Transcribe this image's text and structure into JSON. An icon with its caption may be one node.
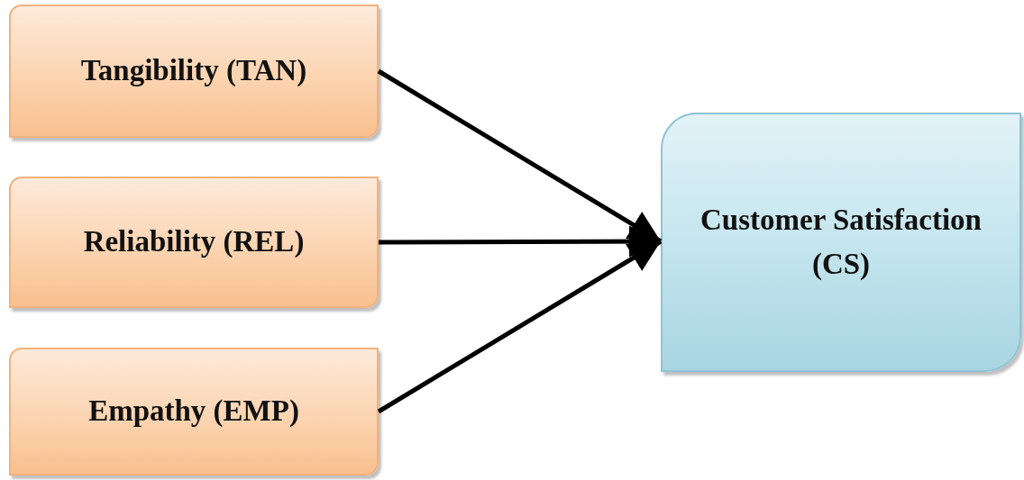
{
  "diagram": {
    "nodes": [
      {
        "text": [
          "Tangibility (TAN)"
        ]
      },
      {
        "text": [
          "Reliability (REL)"
        ]
      },
      {
        "text": [
          "Empathy (EMP)"
        ]
      },
      {
        "text": [
          "Customer Satisfaction (CS)"
        ]
      }
    ],
    "edges": [
      {
        "from": 0,
        "to": 3,
        "arrow": "to"
      },
      {
        "from": 1,
        "to": 3,
        "arrow": "to"
      },
      {
        "from": 2,
        "to": 3,
        "arrow": "to"
      }
    ]
  }
}
